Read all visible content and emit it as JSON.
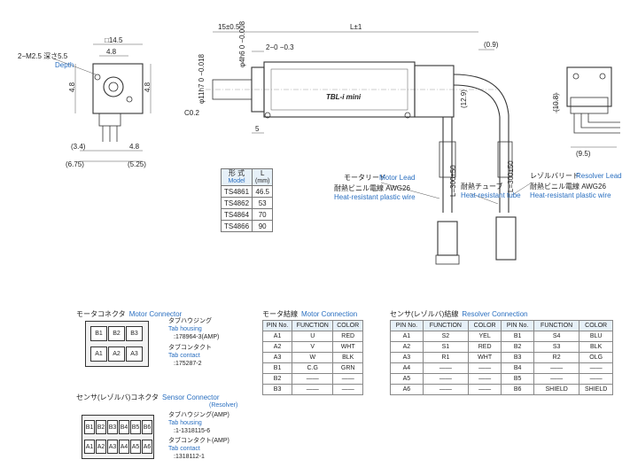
{
  "front_view": {
    "square_dim": "□14.5",
    "width_dim": "4.8",
    "hole_note": "2−M2.5 深さ5.5",
    "hole_note_en": "Depth",
    "left_v_dim": "4.8",
    "right_v_dim": "4.8",
    "bottom_left_dim": "(3.4)",
    "bottom_right_dim": "4.8",
    "overall_left_dim": "(6.75)",
    "overall_right_dim": "(5.25)"
  },
  "side_view": {
    "flange_dim": "15±0.5",
    "length_dim": "L±1",
    "step_dim": "2−0 −0.3",
    "shaft_dim": "φ4h6 0 −0.008",
    "pilot_dim": "φ11h7 0 −0.018",
    "chamfer_dim": "C0.2",
    "lead_offset_dim": "(0.9)",
    "bend_dim": "(12.9)",
    "base_dim": "5",
    "label": "TBL-i mini",
    "motor_lead_len": "L=300±50",
    "resolver_lead_len": "L=300±50"
  },
  "end_view": {
    "height_dim": "(10.8)",
    "width_dim": "(9.5)"
  },
  "leads": {
    "motor_lead_jp": "モータリード",
    "motor_lead_en": "Motor Lead",
    "motor_wire_jp": "耐熱ビニル電線 AWG26",
    "motor_wire_en": "Heat-resistant plastic wire",
    "tube_jp": "耐熱チューブ",
    "tube_en": "Heat-resistant tube",
    "resolver_lead_jp": "レゾルバリード",
    "resolver_lead_en": "Resolver Lead",
    "resolver_wire_jp": "耐熱ビニル電線 AWG26",
    "resolver_wire_en": "Heat-resistant plastic wire"
  },
  "model_table": {
    "header_jp": "形 式",
    "header_en": "Model",
    "header_l": "L",
    "header_unit": "(mm)",
    "rows": [
      {
        "model": "TS4861",
        "l": "46.5"
      },
      {
        "model": "TS4862",
        "l": "53"
      },
      {
        "model": "TS4864",
        "l": "70"
      },
      {
        "model": "TS4866",
        "l": "90"
      }
    ]
  },
  "motor_connector": {
    "title_jp": "モータコネクタ",
    "title_en": "Motor Connector",
    "top_pins": [
      "B1",
      "B2",
      "B3"
    ],
    "bottom_pins": [
      "A1",
      "A2",
      "A3"
    ],
    "housing_jp": "タブハウジング",
    "housing_en": "Tab housing",
    "housing_part": ":178964-3(AMP)",
    "contact_jp": "タブコンタクト",
    "contact_en": "Tab contact",
    "contact_part": ":175287-2"
  },
  "sensor_connector": {
    "title_jp": "センサ(レゾルバ)コネクタ",
    "title_en": "Sensor Connector",
    "title_en2": "(Resolver)",
    "top_pins": [
      "B1",
      "B2",
      "B3",
      "B4",
      "B5",
      "B6"
    ],
    "bottom_pins": [
      "A1",
      "A2",
      "A3",
      "A4",
      "A5",
      "A6"
    ],
    "housing_jp": "タブハウジング(AMP)",
    "housing_en": "Tab housing",
    "housing_part": ":1-1318115-6",
    "contact_jp": "タブコンタクト(AMP)",
    "contact_en": "Tab contact",
    "contact_part": ":1318112-1"
  },
  "motor_connection": {
    "title_jp": "モータ結線",
    "title_en": "Motor Connection",
    "headers": [
      "PIN No.",
      "FUNCTION",
      "COLOR"
    ],
    "rows": [
      [
        "A1",
        "U",
        "RED"
      ],
      [
        "A2",
        "V",
        "WHT"
      ],
      [
        "A3",
        "W",
        "BLK"
      ],
      [
        "B1",
        "C.G",
        "GRN"
      ],
      [
        "B2",
        "——",
        "——"
      ],
      [
        "B3",
        "——",
        "——"
      ]
    ]
  },
  "resolver_connection": {
    "title_jp": "センサ(レゾルバ)結線",
    "title_en": "Resolver Connection",
    "headers": [
      "PIN No.",
      "FUNCTION",
      "COLOR",
      "PIN No.",
      "FUNCTION",
      "COLOR"
    ],
    "rows": [
      [
        "A1",
        "S2",
        "YEL",
        "B1",
        "S4",
        "BLU"
      ],
      [
        "A2",
        "S1",
        "RED",
        "B2",
        "S3",
        "BLK"
      ],
      [
        "A3",
        "R1",
        "WHT",
        "B3",
        "R2",
        "OLG"
      ],
      [
        "A4",
        "——",
        "——",
        "B4",
        "——",
        "——"
      ],
      [
        "A5",
        "——",
        "——",
        "B5",
        "——",
        "——"
      ],
      [
        "A6",
        "——",
        "——",
        "B6",
        "SHIELD",
        "SHIELD"
      ]
    ]
  }
}
